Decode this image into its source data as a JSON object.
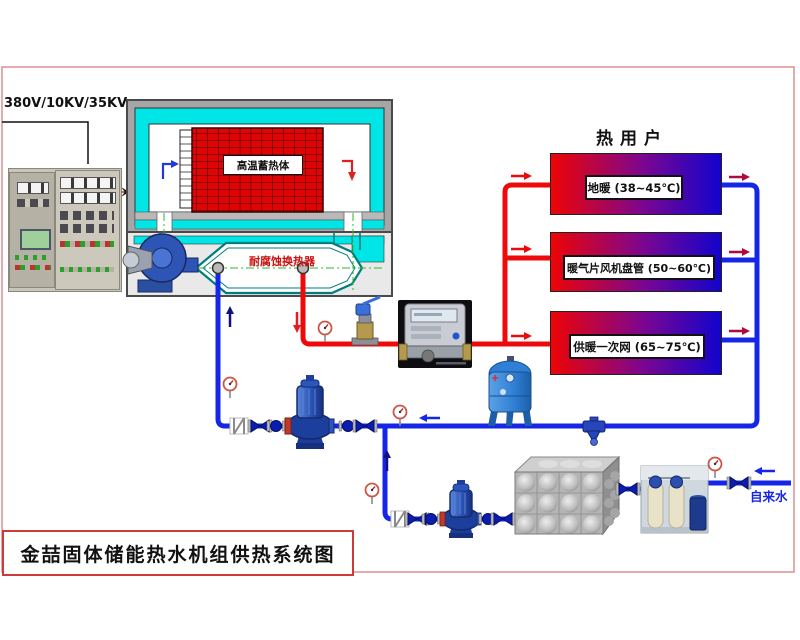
{
  "diagram": {
    "power_supply_label": "380V/10KV/35KV",
    "title": "金喆固体储能热水机组供热系统图",
    "furnace": {
      "heat_storage_label": "高温蓄热体",
      "heat_exchanger_label": "耐腐蚀换热器"
    },
    "heat_users": {
      "title": "热用户",
      "loads": [
        {
          "label": "地暖 (38~45℃)"
        },
        {
          "label": "暖气片风机盘管 (50~60℃)"
        },
        {
          "label": "供暖一次网 (65~75℃)"
        }
      ]
    },
    "tap_water_label": "自来水",
    "colors": {
      "supply_pipe_red": "#ee0a0a",
      "return_pipe_blue": "#1526e6",
      "insulation_cyan": "#00e6e6",
      "heat_storage_red": "#e00505",
      "user_gradient_hot": "#ee0404",
      "user_gradient_cold": "#1204cc",
      "valve_navy": "#0b1db0",
      "page_border_pink": "#dd8f8f",
      "title_border_red": "#cc3a3a"
    }
  }
}
